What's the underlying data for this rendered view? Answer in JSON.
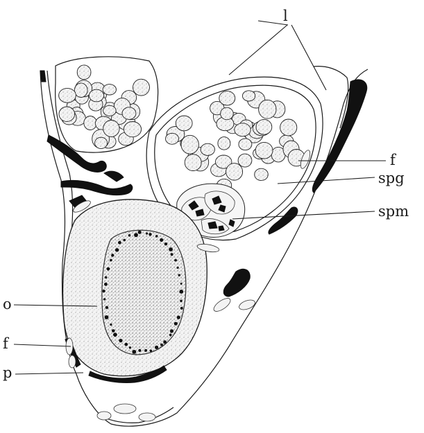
{
  "labels": {
    "l": "l",
    "f_right": "f",
    "spg": "spg",
    "spm": "spm",
    "o": "o",
    "f_left": "f",
    "p": "p"
  },
  "colors": {
    "ink": "#1a1a1a",
    "pigment": "#111111",
    "cytoplasm": "#f3f3f3",
    "background": "#ffffff"
  }
}
